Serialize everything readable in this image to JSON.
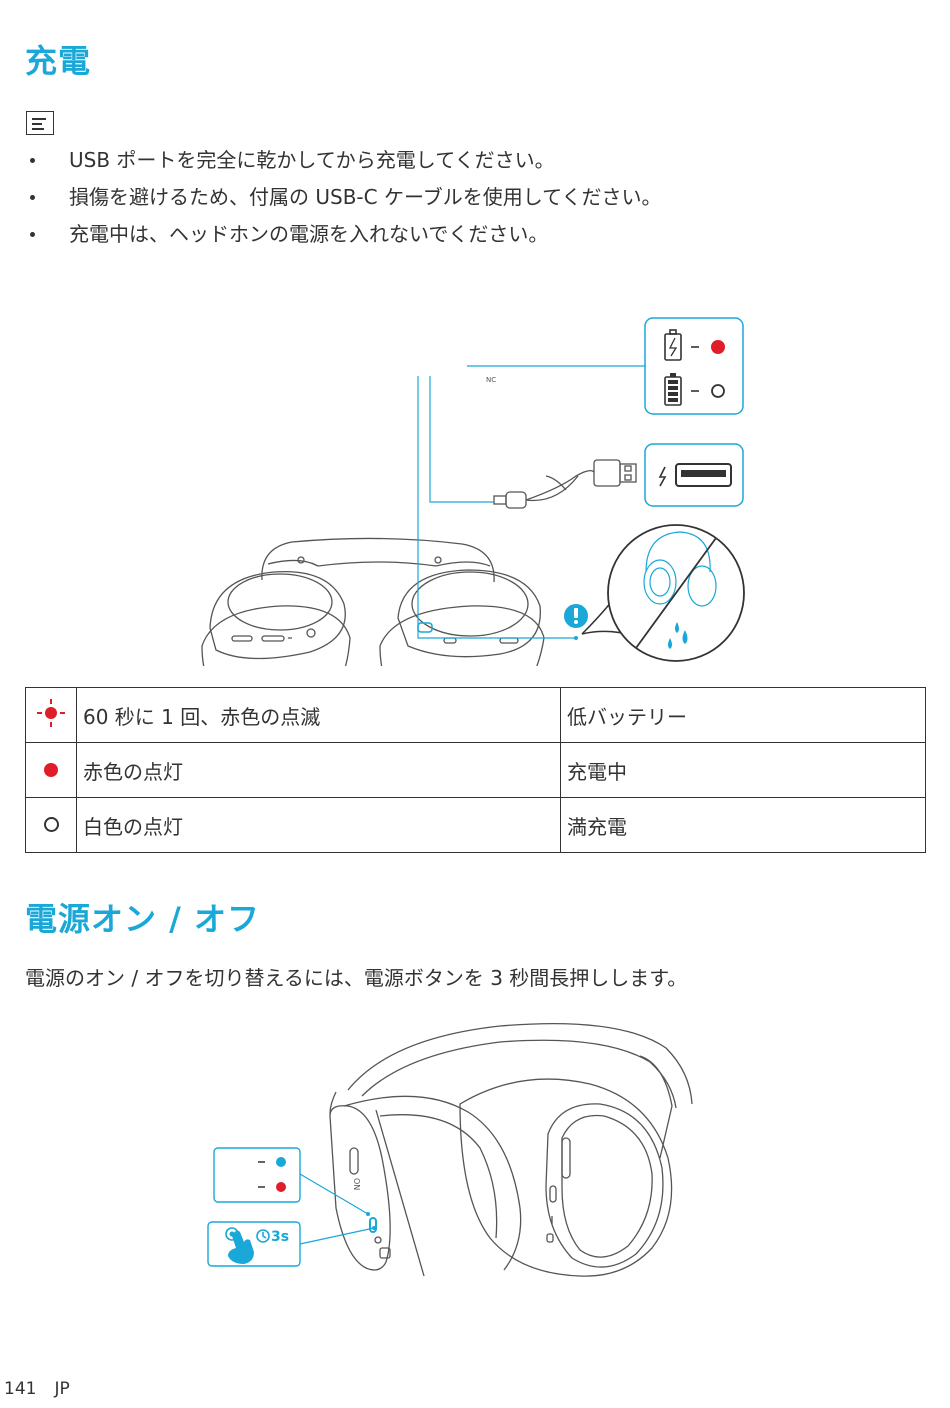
{
  "charging": {
    "title": "充電",
    "note_icon": "note-icon",
    "bullets": [
      "USB ポートを完全に乾かしてから充電してください。",
      "損傷を避けるため、付属の USB-C ケーブルを使用してください。",
      "充電中は、ヘッドホンの電源を入れないでください。"
    ],
    "diagram": {
      "nc_label": "NC",
      "icons": [
        "headphones-folded-icon",
        "battery-charging-icon",
        "battery-full-icon",
        "usb-c-cable-icon",
        "usb-port-icon",
        "warning-icon",
        "no-water-icon"
      ],
      "colors": {
        "accent": "#1aa8d8",
        "red": "#e01e2a"
      }
    },
    "led_table": [
      {
        "icon": "red-blink-icon",
        "state": "60 秒に 1 回、赤色の点滅",
        "meaning": "低バッテリー"
      },
      {
        "icon": "red-dot-icon",
        "state": "赤色の点灯",
        "meaning": "充電中"
      },
      {
        "icon": "white-dot-icon",
        "state": "白色の点灯",
        "meaning": "満充電"
      }
    ]
  },
  "power": {
    "title": "電源オン / オフ",
    "description": "電源のオン / オフを切り替えるには、電源ボタンを 3 秒間長押しします。",
    "hold_time": "3s",
    "button_label": "ON",
    "icons": [
      "headphones-icon",
      "blue-dot-icon",
      "red-dot-icon",
      "press-hand-icon",
      "timer-icon"
    ]
  },
  "footer": {
    "page_number": "141",
    "language": "JP"
  }
}
